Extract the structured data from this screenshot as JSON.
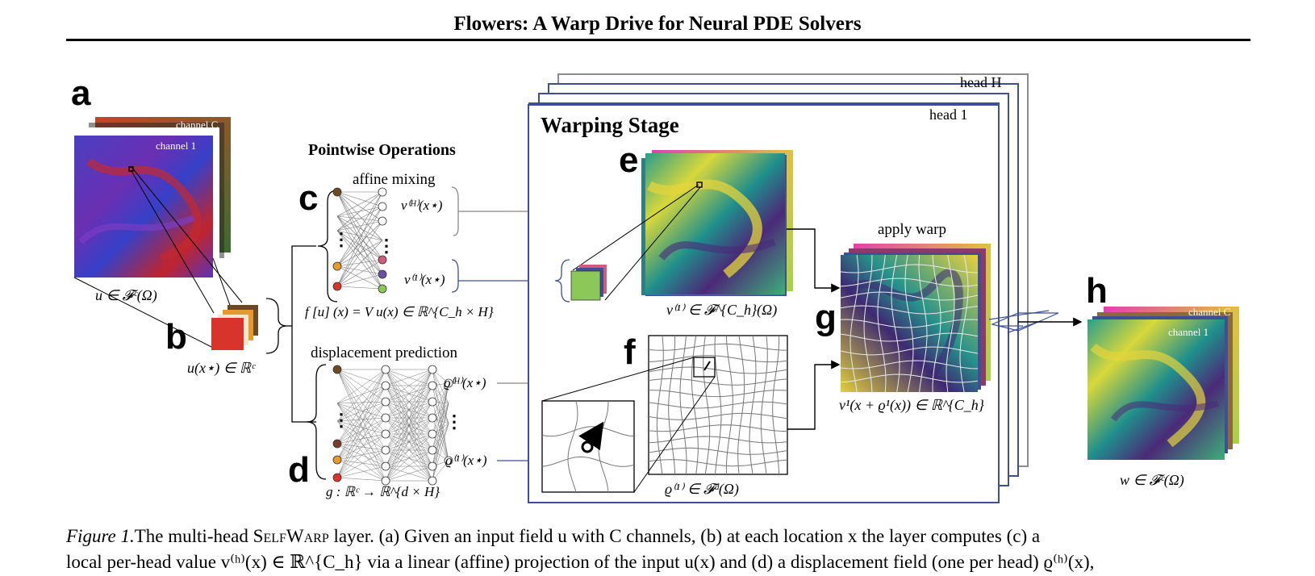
{
  "header": {
    "title": "Flowers: A Warp Drive for Neural PDE Solvers"
  },
  "figure": {
    "panel_letters": [
      "a",
      "b",
      "c",
      "d",
      "e",
      "f",
      "g",
      "h"
    ],
    "section_pointwise": "Pointwise Operations",
    "section_warping": "Warping Stage",
    "head_labels": {
      "top": "head H",
      "front": "head 1"
    },
    "channel_labels": {
      "back": "channel C",
      "front": "channel 1"
    },
    "affine_mixing": "affine mixing",
    "displacement_prediction": "displacement prediction",
    "apply_warp": "apply warp",
    "eq_u": "u ∈ 𝓕ᶜ(Ω)",
    "eq_ux": "u(x⋆) ∈ ℝᶜ",
    "eq_vH": "v⁽ᴴ⁾(x⋆)",
    "eq_v1": "v⁽¹⁾(x⋆)",
    "eq_f": "f [u] (x) = V u(x) ∈ ℝ^{C_h × H}",
    "eq_rhoH": "ϱ⁽ᴴ⁾(x⋆)",
    "eq_rho1": "ϱ⁽¹⁾(x⋆)",
    "eq_g": "g : ℝᶜ → ℝ^{d × H}",
    "eq_v1field": "v⁽¹⁾ ∈ 𝓕^{C_h}(Ω)",
    "eq_rhofield": "ϱ⁽¹⁾ ∈ 𝓕ᵈ(Ω)",
    "eq_warped": "v¹(x + ϱ¹(x)) ∈ ℝ^{C_h}",
    "eq_w": "w ∈ 𝓕ᶜ(Ω)",
    "colors": {
      "frame_blue": "#3e4f96",
      "head_gray": "#8c8c8c",
      "node_brown": "#6b4a24",
      "node_red": "#d9342b",
      "node_orange": "#e59a2d",
      "node_green": "#8cc75a",
      "node_purple": "#6a4fa3",
      "node_pink": "#d35b7a"
    }
  },
  "caption": {
    "fig_label": "Figure 1.",
    "line1_a": "The multi-head ",
    "layer_name": "SelfWarp",
    "line1_b": " layer. (a) Given an input field u with C channels, (b) at each location x the layer computes (c) a",
    "line2": "local per-head value v⁽ʰ⁾(x) ∈ ℝ^{C_h} via a linear (affine) projection of the input u(x) and (d) a displacement field (one per head) ϱ⁽ʰ⁾(x),"
  }
}
